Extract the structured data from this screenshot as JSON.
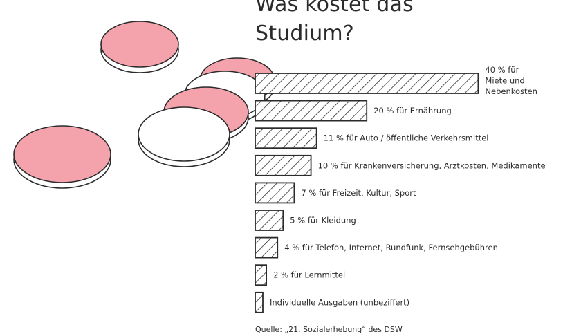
{
  "chart_data": {
    "type": "bar",
    "orientation": "horizontal",
    "title": "Was kostet das Studium?",
    "xlabel": "",
    "ylabel": "",
    "values": [
      40,
      20,
      11,
      10,
      7,
      5,
      4,
      2,
      1
    ],
    "labels": [
      [
        "40 % für",
        "Miete und",
        "Nebenkosten"
      ],
      [
        "20 % für Ernährung"
      ],
      [
        "11 % für Auto / öffentliche Verkehrsmittel"
      ],
      [
        "10 % für Krankenversicherung, Arztkosten, Medikamente"
      ],
      [
        "7 % für Freizeit, Kultur, Sport"
      ],
      [
        "5 % für Kleidung"
      ],
      [
        "4 % für Telefon, Internet, Rundfunk, Fernsehgebühren"
      ],
      [
        "2 % für Lernmittel"
      ],
      [
        "Individuelle Ausgaben (unbeziffert)"
      ]
    ],
    "bar_fill": "diagonal-hatch",
    "bar_stroke": "#2b2b2b"
  },
  "source": "Quelle: „21. Sozialerhebung“ des DSW",
  "colors": {
    "coin_pink": "#f4a2ab",
    "coin_white": "#ffffff",
    "ink": "#2b2b2b"
  }
}
